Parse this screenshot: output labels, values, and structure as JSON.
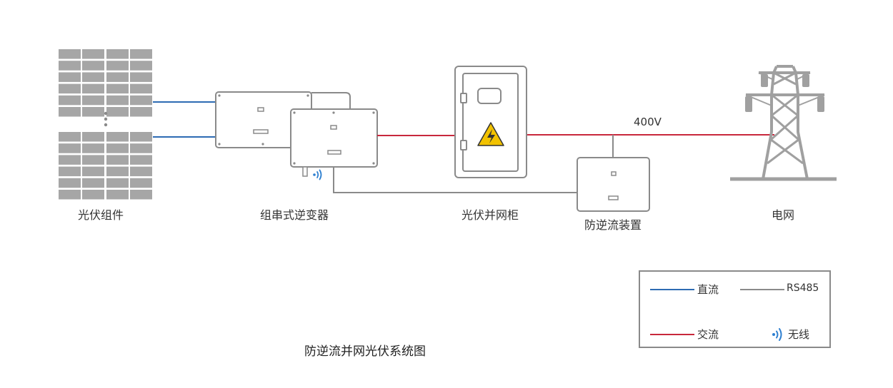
{
  "colors": {
    "dc": "#2d6bb3",
    "ac": "#c8283c",
    "rs485": "#8a8a8a",
    "outline": "#8a8a8a",
    "panel": "#a6a6a6",
    "warning": "#f2c200",
    "wireless": "#2d7fd0"
  },
  "labels": {
    "pv_modules": "光伏组件",
    "string_inverter": "组串式逆变器",
    "pv_cabinet": "光伏并网柜",
    "anti_reverse_device": "防逆流装置",
    "grid": "电网",
    "voltage": "400V"
  },
  "caption": "防逆流并网光伏系统图",
  "legend": {
    "dc": "直流",
    "rs485": "RS485",
    "ac": "交流",
    "wireless": "无线"
  },
  "icons": [
    "solar-panel-icon",
    "inverter-icon",
    "cabinet-icon",
    "warning-icon",
    "wireless-icon",
    "transmission-tower-icon"
  ]
}
